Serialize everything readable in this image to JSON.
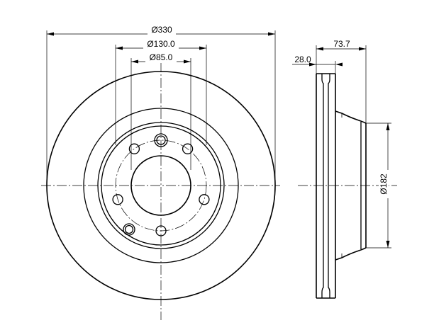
{
  "dimensions": {
    "outer_diameter": "Ø330",
    "bolt_circle": "Ø130.0",
    "center_bore": "Ø85.0",
    "overall_height": "73.7",
    "disc_thickness": "28.0",
    "hat_diameter": "Ø182"
  }
}
